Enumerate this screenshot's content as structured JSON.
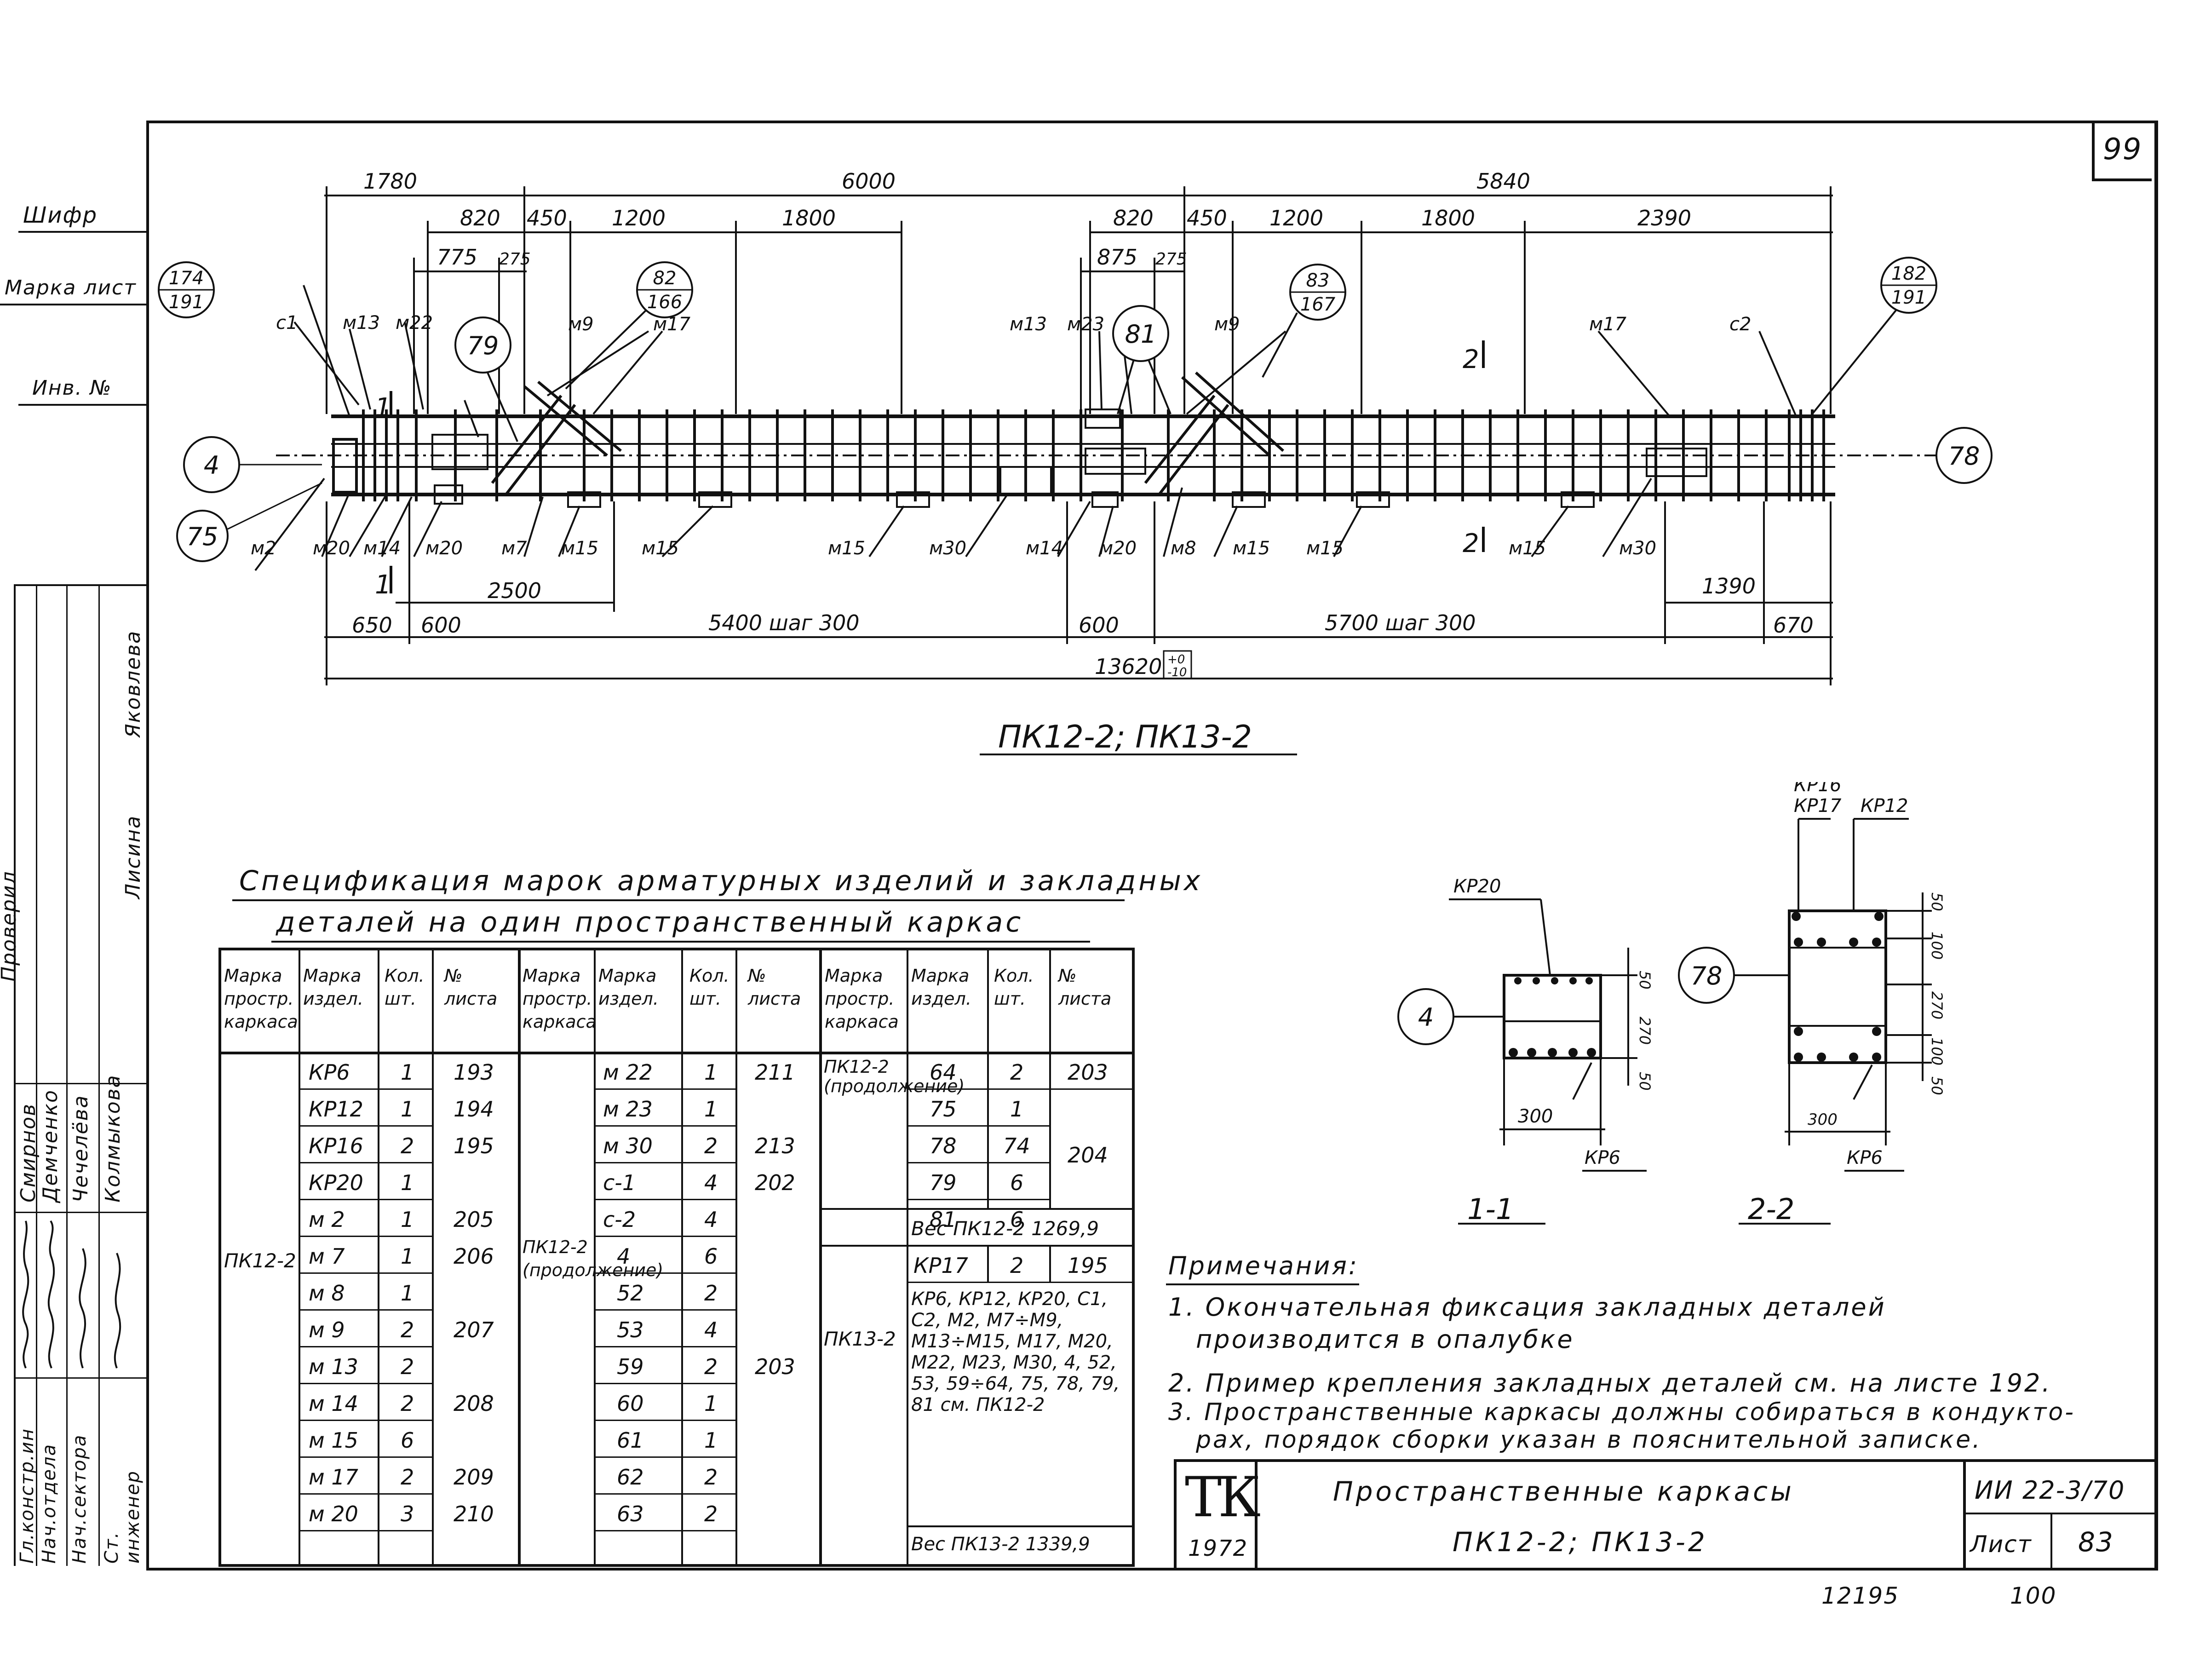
{
  "sheet_number": "99",
  "left_margin": {
    "top_labels": [
      "Шифр",
      "Марка лист",
      "Инв. №"
    ],
    "approvals": [
      {
        "role": "Гл.констр.ин",
        "name": "Смирнов"
      },
      {
        "role": "Нач.отдела",
        "name": "Демченко"
      },
      {
        "role": "Нач.сектора",
        "name": "Чечелёва"
      },
      {
        "role": "Ст. инженер",
        "name": "Колмыкова"
      }
    ],
    "checked_label": "Проверил",
    "checked_name": "Яковлева",
    "checked_sign": "Лисина"
  },
  "drawing": {
    "title": "ПК12-2; ПК13-2",
    "dims_top_level1": [
      "1780",
      "6000",
      "5840"
    ],
    "dims_top_level2": [
      "820",
      "450",
      "1200",
      "1800",
      "820",
      "450",
      "1200",
      "1800",
      "2390"
    ],
    "dims_top_level3": [
      "775",
      "275",
      "875",
      "275"
    ],
    "dims_bottom": [
      "2500",
      "1390",
      "650",
      "600",
      "5400 шаг 300",
      "600",
      "5700 шаг 300",
      "670",
      "13620"
    ],
    "tolerance_top": "+0",
    "tolerance_bottom": "-10",
    "section_marks": [
      "1",
      "1",
      "2",
      "2"
    ],
    "circles": [
      "4",
      "75",
      "79",
      "81",
      "78"
    ],
    "circle_refs": [
      {
        "top": "174",
        "bottom": "191"
      },
      {
        "top": "82",
        "bottom": "166"
      },
      {
        "top": "83",
        "bottom": "167"
      },
      {
        "top": "182",
        "bottom": "191"
      }
    ],
    "top_labels": [
      "с1",
      "м13",
      "м22",
      "м9",
      "м17",
      "м13",
      "м23",
      "м9",
      "м17",
      "с2"
    ],
    "bottom_labels": [
      "м2",
      "м20",
      "м14",
      "м20",
      "м7",
      "м15",
      "м15",
      "м15",
      "м30",
      "м14",
      "м20",
      "м8",
      "м15",
      "м15",
      "м15",
      "м30"
    ]
  },
  "sections": {
    "s1": {
      "title": "1-1",
      "circle": "4",
      "top_label": "КР20",
      "bottom_label": "КР6",
      "dim_width": "300",
      "dim_heights": [
        "50",
        "270",
        "50"
      ]
    },
    "s2": {
      "title": "2-2",
      "circle": "78",
      "top_labels": [
        "КР16",
        "КР17",
        "КР12"
      ],
      "bottom_label": "КР6",
      "dim_width": "300",
      "dim_heights": [
        "50",
        "100",
        "270",
        "100",
        "50"
      ]
    }
  },
  "spec": {
    "title_line1": "Спецификация марок арматурных изделий и закладных",
    "title_line2": "деталей на один пространственный каркас",
    "headers": [
      "Марка простр. каркаса",
      "Марка издел.",
      "Кол. шт.",
      "№ листа"
    ],
    "col1": {
      "frame": "ПК12-2",
      "rows": [
        [
          "КР6",
          "1",
          "193"
        ],
        [
          "КР12",
          "1",
          "194"
        ],
        [
          "КР16",
          "2",
          "195"
        ],
        [
          "КР20",
          "1",
          ""
        ],
        [
          "м 2",
          "1",
          "205"
        ],
        [
          "м 7",
          "1",
          "206"
        ],
        [
          "м 8",
          "1",
          ""
        ],
        [
          "м 9",
          "2",
          "207"
        ],
        [
          "м 13",
          "2",
          ""
        ],
        [
          "м 14",
          "2",
          "208"
        ],
        [
          "м 15",
          "6",
          ""
        ],
        [
          "м 17",
          "2",
          "209"
        ],
        [
          "м 20",
          "3",
          "210"
        ]
      ]
    },
    "col2": {
      "frame": "ПК12-2 (продолжение)",
      "rows": [
        [
          "м 22",
          "1",
          "211"
        ],
        [
          "м 23",
          "1",
          ""
        ],
        [
          "м 30",
          "2",
          "213"
        ],
        [
          "с-1",
          "4",
          "202"
        ],
        [
          "с-2",
          "4",
          ""
        ],
        [
          "4",
          "6",
          ""
        ],
        [
          "52",
          "2",
          ""
        ],
        [
          "53",
          "4",
          ""
        ],
        [
          "59",
          "2",
          "203"
        ],
        [
          "60",
          "1",
          ""
        ],
        [
          "61",
          "1",
          ""
        ],
        [
          "62",
          "2",
          ""
        ],
        [
          "63",
          "2",
          ""
        ]
      ]
    },
    "col3": {
      "frame1": "ПК12-2 (продолжение)",
      "rows": [
        [
          "64",
          "2",
          "203"
        ],
        [
          "75",
          "1",
          ""
        ],
        [
          "78",
          "74",
          "204"
        ],
        [
          "79",
          "6",
          ""
        ],
        [
          "81",
          "6",
          ""
        ]
      ],
      "weight1": "Вес ПК12-2   1269,9",
      "frame2": "ПК13-2",
      "row_kp17": [
        "КР17",
        "2",
        "195"
      ],
      "composition": "КР6, КР12, КР20, С1, С2, М2, М7÷М9, М13÷М15, М17, М20, М22, М23, М30, 4, 52, 53, 59÷64, 75, 78, 79, 81 см. ПК12-2",
      "weight2": "Вес ПК13-2   1339,9"
    }
  },
  "notes": {
    "title": "Примечания:",
    "items": [
      "1. Окончательная фиксация закладных деталей",
      "производится в опалубке",
      "2. Пример крепления закладных деталей см. на листе 192.",
      "3. Пространственные каркасы должны собираться в кондукто-",
      "рах, порядок сборки указан в пояснительной записке."
    ]
  },
  "title_block": {
    "logo": "ТК",
    "year": "1972",
    "name_line1": "Пространственные каркасы",
    "name_line2": "ПК12-2; ПК13-2",
    "code": "ИИ 22-3/70",
    "sheet_label": "Лист",
    "sheet_value": "83"
  },
  "footer": {
    "left": "12195",
    "right": "100"
  }
}
